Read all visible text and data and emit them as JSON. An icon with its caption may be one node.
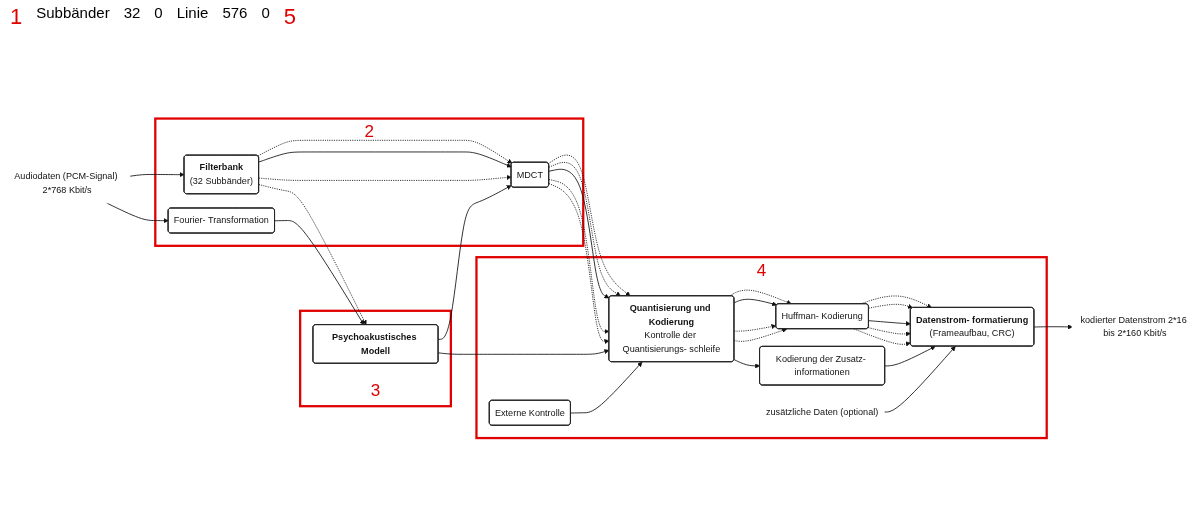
{
  "diagram": {
    "nodes": [
      {
        "text": [
          "2"
        ]
      },
      {
        "text": [
          "Filterbank",
          "(32 Subbänder)"
        ],
        "in": 0
      },
      {
        "text": [
          "MDCT"
        ],
        "in": 0
      },
      {
        "text": [
          "Fourier- Transformation"
        ],
        "in": 0
      },
      {
        "text": [
          "3"
        ]
      },
      {
        "text": [
          "Psychoakustisches Modell"
        ],
        "in": 4
      },
      {
        "text": [
          "4"
        ]
      },
      {
        "text": [
          "Quantisierung und Kodierung",
          "Kontrolle der Quantisierungs- schleife"
        ],
        "in": 6
      },
      {
        "text": [
          "Huffman- Kodierung"
        ],
        "in": 6
      },
      {
        "text": [
          "Datenstrom- formatierung",
          "(Frameaufbau, CRC)"
        ],
        "in": 6
      },
      {
        "text": [
          "Kodierung der Zusatz- informationen"
        ],
        "in": 6
      },
      {
        "text": [
          "Externe Kontrolle"
        ],
        "in": 6
      },
      {
        "text": [
          "zusätzliche Daten (optional)"
        ],
        "in": 6
      },
      {
        "text": [
          "Audiodaten (PCM-Signal) 2*768 Kbit/s"
        ]
      },
      {
        "text": [
          "kodierter Datenstrom 2*16 bis 2*160 Kbit/s"
        ]
      }
    ],
    "edges": [
      {
        "from": 13,
        "to": 1,
        "arrow": "to"
      },
      {
        "from": 13,
        "to": 3,
        "arrow": "to"
      },
      {
        "from": 1,
        "to": 2,
        "arrow": "to",
        "style": "dashed"
      },
      {
        "from": 1,
        "to": 2,
        "arrow": "to"
      },
      {
        "from": 1,
        "to": 2,
        "arrow": "to",
        "style": "dashed"
      },
      {
        "from": 2,
        "to": 7,
        "arrow": "to",
        "style": "dashed"
      },
      {
        "from": 2,
        "to": 7,
        "arrow": "to",
        "style": "dashed"
      },
      {
        "from": 2,
        "to": 7,
        "arrow": "to"
      },
      {
        "from": 2,
        "to": 7,
        "arrow": "to",
        "style": "dashed"
      },
      {
        "from": 2,
        "to": 7,
        "arrow": "to",
        "style": "dashed"
      },
      {
        "from": 7,
        "to": 8,
        "arrow": "to",
        "style": "dashed"
      },
      {
        "from": 7,
        "to": 8,
        "arrow": "to"
      },
      {
        "from": 7,
        "to": 8,
        "arrow": "to",
        "style": "dashed"
      },
      {
        "from": 7,
        "to": 8,
        "arrow": "to",
        "style": "dashed"
      },
      {
        "from": 8,
        "to": 9,
        "arrow": "to",
        "style": "dashed"
      },
      {
        "from": 8,
        "to": 9,
        "arrow": "to",
        "style": "dashed"
      },
      {
        "from": 8,
        "to": 9,
        "arrow": "to"
      },
      {
        "from": 8,
        "to": 9,
        "arrow": "to",
        "style": "dashed"
      },
      {
        "from": 8,
        "to": 9,
        "arrow": "to",
        "style": "dashed"
      },
      {
        "from": 1,
        "to": 5,
        "arrow": "to",
        "style": "dashed"
      },
      {
        "from": 3,
        "to": 5,
        "arrow": "to"
      },
      {
        "from": 5,
        "to": 2,
        "arrow": "to"
      },
      {
        "from": 5,
        "to": 7,
        "arrow": "to"
      },
      {
        "from": 11,
        "to": 7,
        "arrow": "to"
      },
      {
        "from": 7,
        "to": 10,
        "arrow": "to"
      },
      {
        "from": 10,
        "to": 9,
        "arrow": "to"
      },
      {
        "from": 12,
        "to": 9,
        "arrow": "to"
      },
      {
        "from": 9,
        "to": 14,
        "arrow": "to"
      }
    ],
    "labels": [
      "1",
      "Subbänder",
      "32",
      "0",
      "Linie",
      "576",
      "0",
      "5"
    ]
  }
}
